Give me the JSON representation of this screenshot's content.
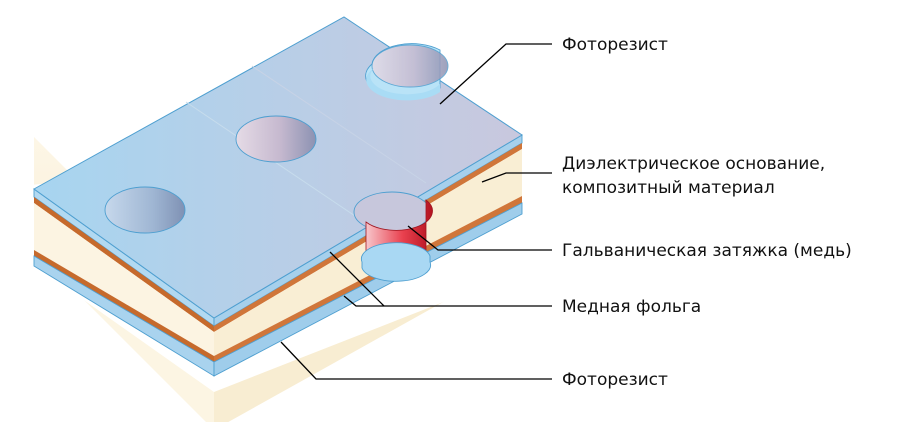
{
  "labels": {
    "photoresist_top": "Фоторезист",
    "dielectric_line1": "Диэлектрическое основание,",
    "dielectric_line2": "композитный материал",
    "plating": "Гальваническая затяжка (медь)",
    "copper_foil": "Медная фольга",
    "photoresist_bottom": "Фоторезист"
  },
  "colors": {
    "photoresist": "#a9d3ee",
    "photoresist_edge": "#5fa9d6",
    "dielectric": "#fbf3df",
    "copper": "#c96a2b",
    "plating": "#e43a45",
    "hole_glass": "#cfe6f5"
  }
}
